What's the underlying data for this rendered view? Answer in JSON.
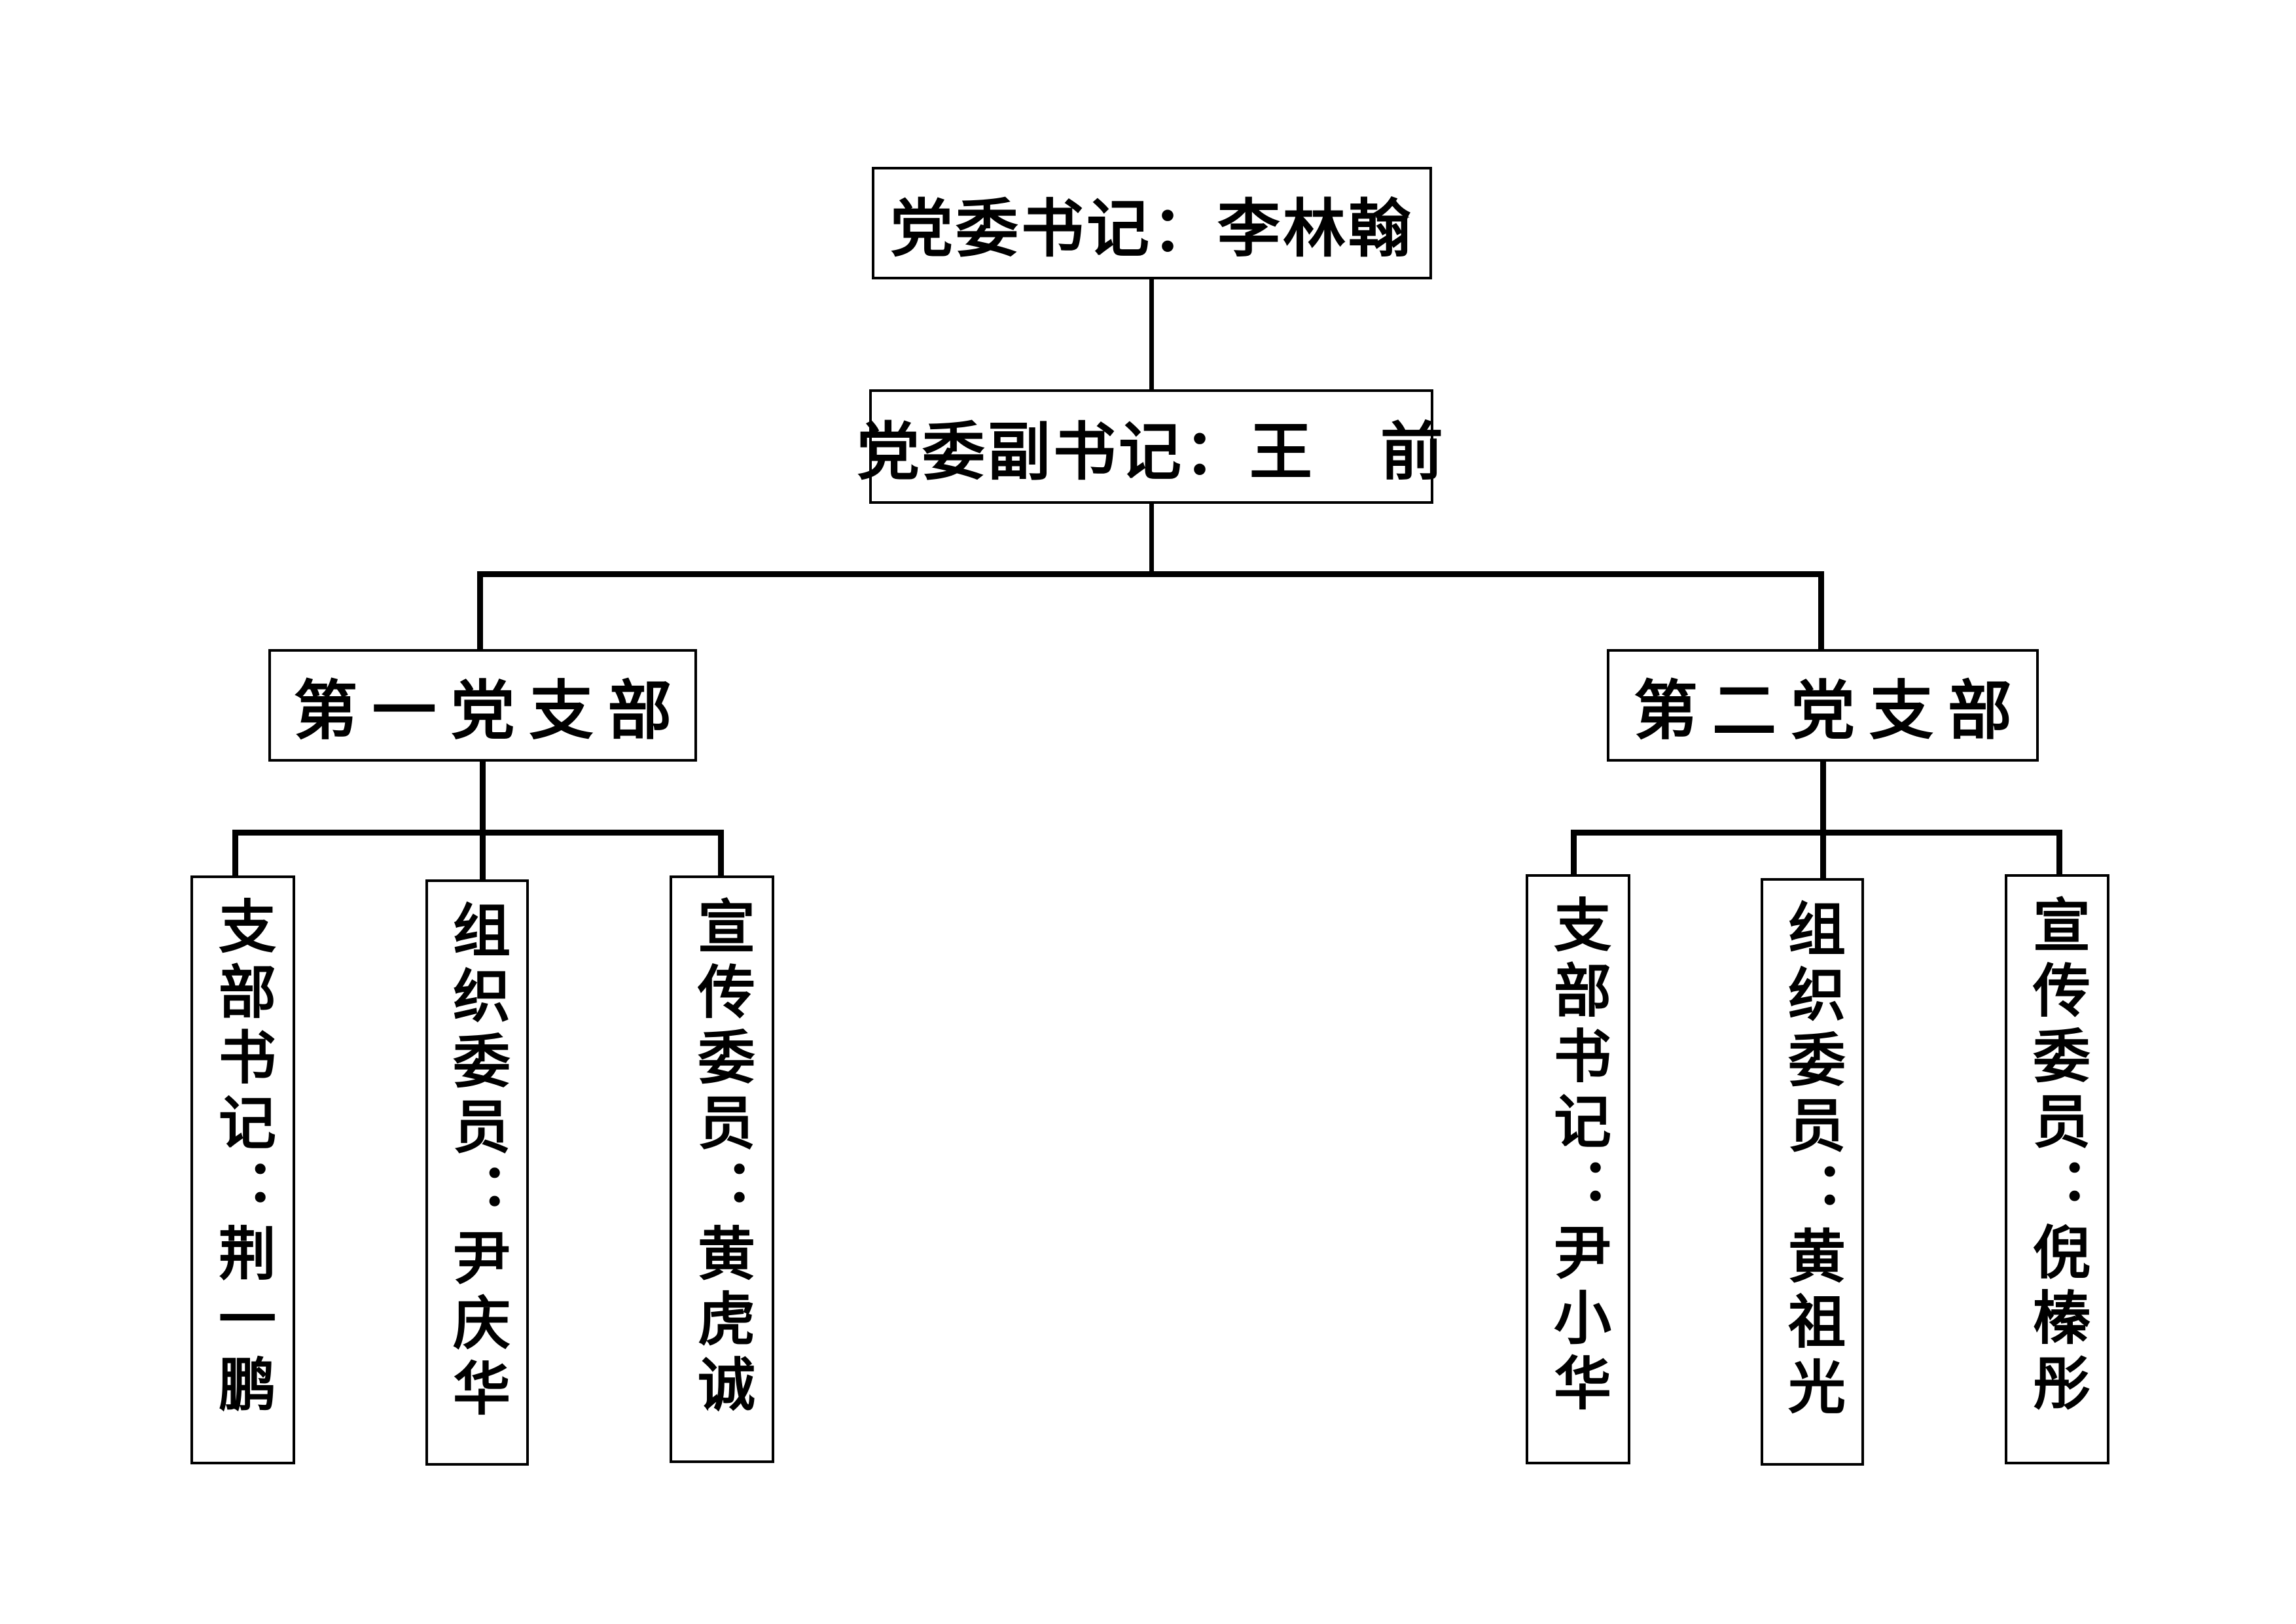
{
  "diagram": {
    "type": "org-chart",
    "colors": {
      "background": "#ffffff",
      "box_border": "#000000",
      "line": "#000000",
      "text": "#000000"
    },
    "root": {
      "label": "党委书记：李林翰"
    },
    "deputy": {
      "label": "党委副书记：王　前"
    },
    "branches": [
      {
        "label": "第一党支部",
        "members": [
          {
            "label": "支部书记：荆一鹏"
          },
          {
            "label": "组织委员：尹庆华"
          },
          {
            "label": "宣传委员：黄虎诚"
          }
        ]
      },
      {
        "label": "第二党支部",
        "members": [
          {
            "label": "支部书记：尹小华"
          },
          {
            "label": "组织委员：黄祖光"
          },
          {
            "label": "宣传委员：倪榛彤"
          }
        ]
      }
    ]
  }
}
